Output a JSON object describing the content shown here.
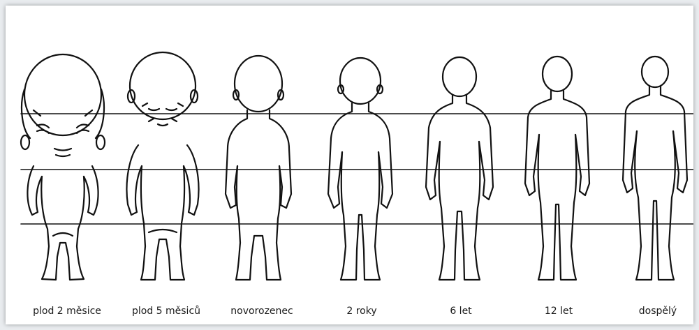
{
  "stages": [
    {
      "id": "fetus-2m",
      "label": "plod 2 měsice"
    },
    {
      "id": "fetus-5m",
      "label": "plod 5 měsiců"
    },
    {
      "id": "newborn",
      "label": "novorozenec"
    },
    {
      "id": "2y",
      "label": "2 roky"
    },
    {
      "id": "6y",
      "label": "6 let"
    },
    {
      "id": "12y",
      "label": "12 let"
    },
    {
      "id": "adult",
      "label": "dospělý"
    }
  ],
  "colors": {
    "line": "#111111",
    "background": "#ffffff"
  }
}
